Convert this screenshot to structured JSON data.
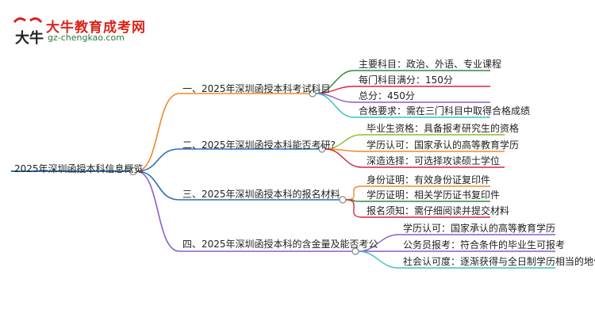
{
  "logo": {
    "icon_name": "ox-logo-icon",
    "mark_text": "大牛",
    "title": "大牛教育成考网",
    "url": "gz-chengkao.com"
  },
  "root": {
    "label": "2025年深圳函授本科信息概览"
  },
  "branches": [
    {
      "label": "一、2025年深圳函授本科考试科目",
      "color": "#f08a2c",
      "leaves": [
        {
          "label": "主要科目：政治、外语、专业课程",
          "color": "#2e8b3a"
        },
        {
          "label": "每门科目满分：150分",
          "color": "#d6243b"
        },
        {
          "label": "总分：450分",
          "color": "#8a5cc8"
        },
        {
          "label": "合格要求：需在三门科目中取得合格成绩",
          "color": "#3bbfbf"
        }
      ]
    },
    {
      "label": "二、2025年深圳函授本科能否考研?",
      "color": "#2f6fb0",
      "leaves": [
        {
          "label": "毕业生资格：具备报考研究生的资格",
          "color": "#8bbf2a"
        },
        {
          "label": "学历认可：国家承认的高等教育学历",
          "color": "#f08a2c"
        },
        {
          "label": "深造选择：可选择攻读硕士学位",
          "color": "#d6243b"
        }
      ]
    },
    {
      "label": "三、2025年深圳函授本科的报名材料",
      "color": "#2f6fb0",
      "leaves": [
        {
          "label": "身份证明：有效身份证复印件",
          "color": "#f08a2c"
        },
        {
          "label": "学历证明：相关学历证书复印件",
          "color": "#2e8b3a"
        },
        {
          "label": "报名须知：需仔细阅读并提交材料",
          "color": "#d6243b"
        }
      ]
    },
    {
      "label": "四、2025年深圳函授本科的含金量及能否考公",
      "color": "#8a5cc8",
      "leaves": [
        {
          "label": "学历认可：国家承认的高等教育学历",
          "color": "#8a5cc8"
        },
        {
          "label": "公务员报考：符合条件的毕业生可报考",
          "color": "#8a5cc8"
        },
        {
          "label": "社会认可度：逐渐获得与全日制学历相当的地位",
          "color": "#3bbfbf"
        }
      ]
    }
  ],
  "root_color": "#2f6fb0"
}
